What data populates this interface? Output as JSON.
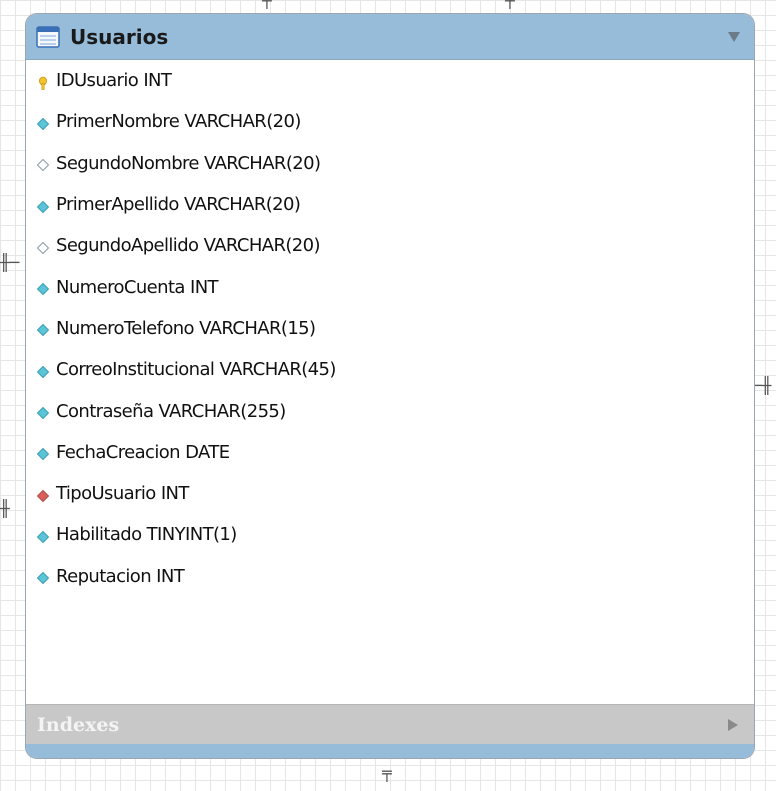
{
  "table": {
    "title": "Usuarios",
    "columns": [
      {
        "icon": "key-icon",
        "name": "IDUsuario",
        "type": "INT"
      },
      {
        "icon": "column-notnull-icon",
        "name": "PrimerNombre",
        "type": "VARCHAR(20)"
      },
      {
        "icon": "column-nullable-icon",
        "name": "SegundoNombre",
        "type": "VARCHAR(20)"
      },
      {
        "icon": "column-notnull-icon",
        "name": "PrimerApellido",
        "type": "VARCHAR(20)"
      },
      {
        "icon": "column-nullable-icon",
        "name": "SegundoApellido",
        "type": "VARCHAR(20)"
      },
      {
        "icon": "column-notnull-icon",
        "name": "NumeroCuenta",
        "type": "INT"
      },
      {
        "icon": "column-notnull-icon",
        "name": "NumeroTelefono",
        "type": "VARCHAR(15)"
      },
      {
        "icon": "column-notnull-icon",
        "name": "CorreoInstitucional",
        "type": "VARCHAR(45)"
      },
      {
        "icon": "column-notnull-icon",
        "name": "Contraseña",
        "type": "VARCHAR(255)"
      },
      {
        "icon": "column-notnull-icon",
        "name": "FechaCreacion",
        "type": "DATE"
      },
      {
        "icon": "foreign-key-icon",
        "name": "TipoUsuario",
        "type": "INT"
      },
      {
        "icon": "column-notnull-icon",
        "name": "Habilitado",
        "type": "TINYINT(1)"
      },
      {
        "icon": "column-notnull-icon",
        "name": "Reputacion",
        "type": "INT"
      }
    ],
    "indexes_label": "Indexes"
  },
  "colors": {
    "header": "#96bcd9",
    "key": "#f2c12e",
    "notnull": "#5bc4d6",
    "nullable": "#ffffff",
    "foreign": "#d9605a",
    "indexes_bar": "#c8c8c8"
  }
}
